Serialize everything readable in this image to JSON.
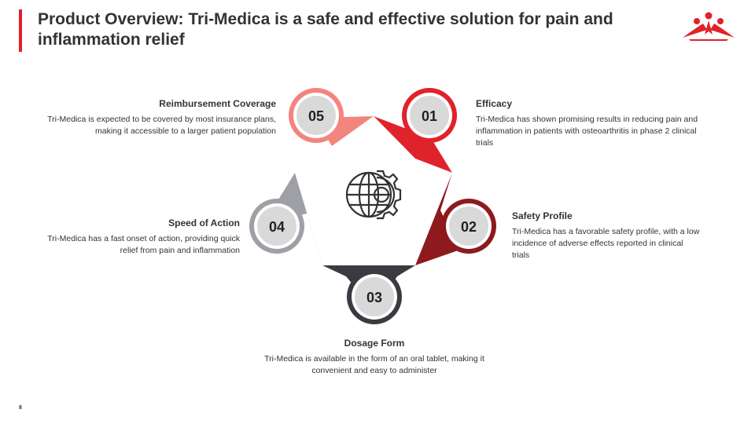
{
  "slide": {
    "title": "Product Overview: Tri-Medica is a safe and effective solution for pain and inflammation relief",
    "page_number": "8",
    "logo_icon": "people-logo-icon",
    "center_icon": "globe-gear-icon"
  },
  "colors": {
    "accent": "#e02227",
    "step1": "#e0232b",
    "step2": "#8e1a1d",
    "step3": "#3a3a40",
    "step4": "#9ea0a6",
    "step5": "#f2857e",
    "badge_fill": "#d9d9d9"
  },
  "steps": [
    {
      "number": "01",
      "heading": "Efficacy",
      "text": "Tri-Medica has shown promising results in reducing pain and inflammation in patients with osteoarthritis in phase 2 clinical trials"
    },
    {
      "number": "02",
      "heading": "Safety Profile",
      "text": "Tri-Medica has a favorable safety profile, with a low incidence of adverse effects reported in clinical trials"
    },
    {
      "number": "03",
      "heading": "Dosage Form",
      "text": "Tri-Medica is available in the form of an oral tablet, making it convenient and easy to administer"
    },
    {
      "number": "04",
      "heading": "Speed of Action",
      "text": "Tri-Medica has a fast onset of action, providing quick relief from pain and inflammation"
    },
    {
      "number": "05",
      "heading": "Reimbursement Coverage",
      "text": "Tri-Medica is expected to be covered by most insurance plans, making it accessible to a larger patient population"
    }
  ]
}
